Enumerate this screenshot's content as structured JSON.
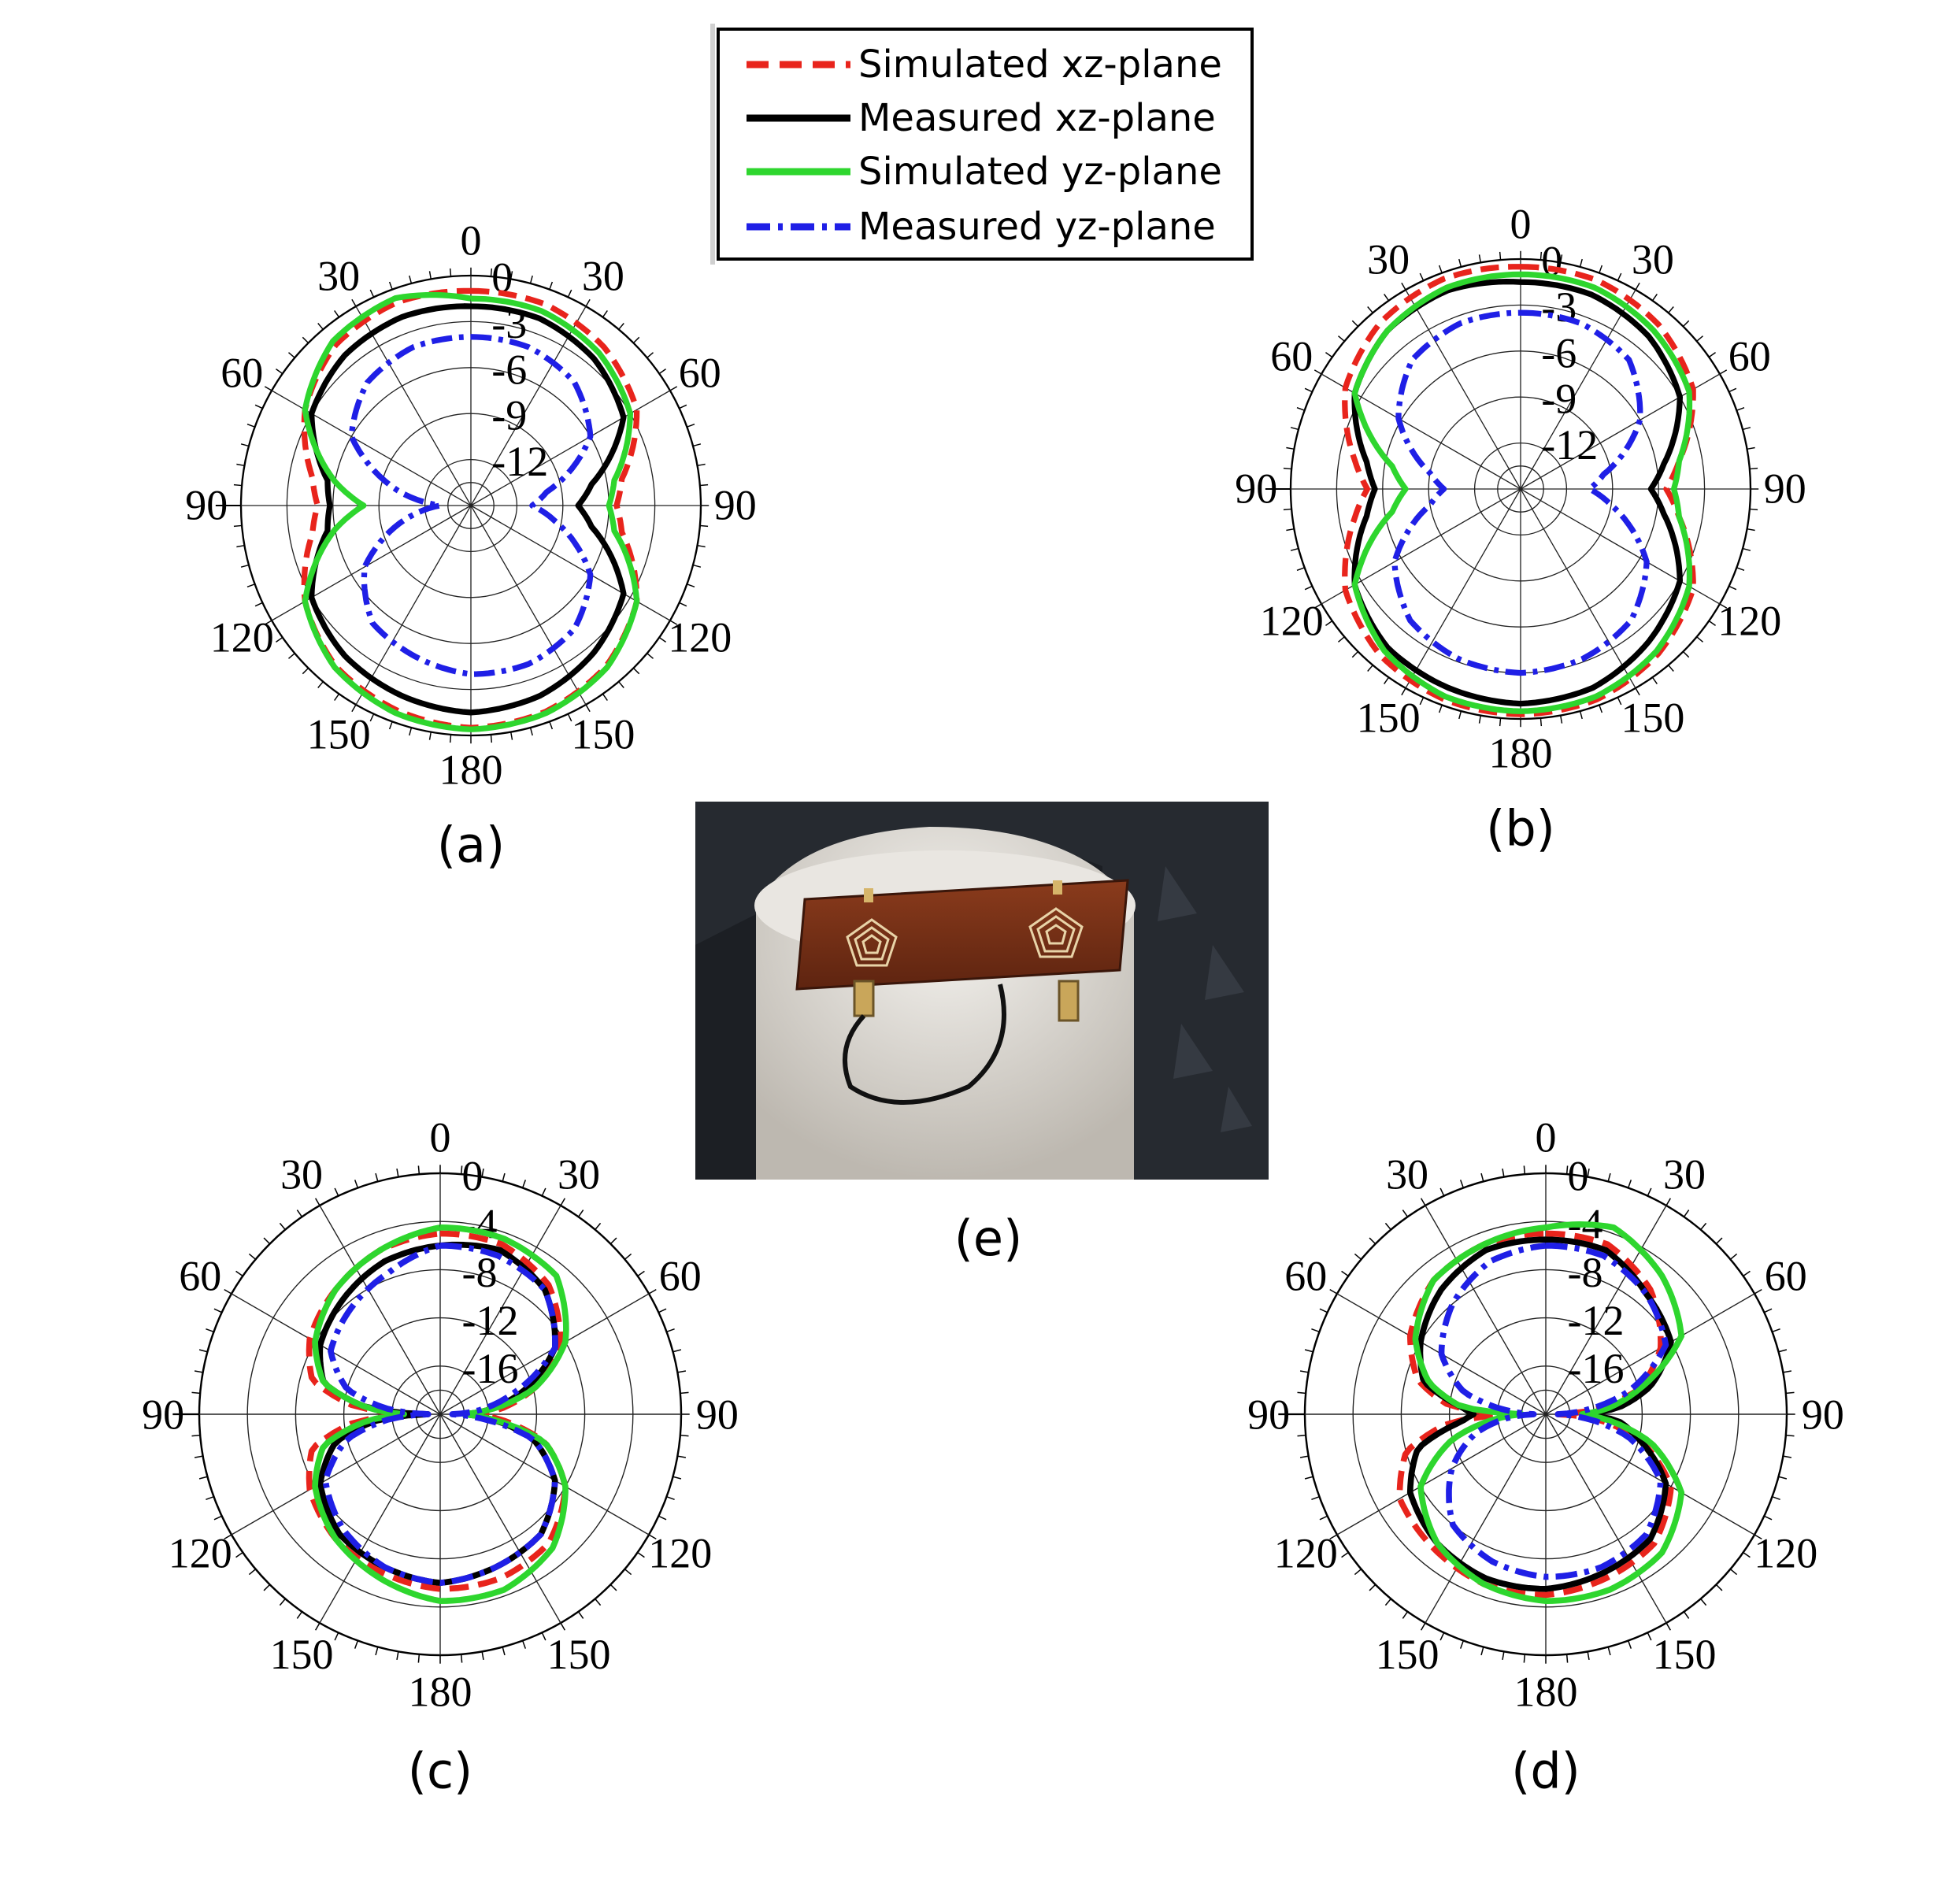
{
  "legend": [
    {
      "label": "Simulated xz-plane",
      "color": "#e8241c",
      "dash": "dash"
    },
    {
      "label": "Measured xz-plane",
      "color": "#000000",
      "dash": "solid"
    },
    {
      "label": "Simulated yz-plane",
      "color": "#2ed62e",
      "dash": "solid"
    },
    {
      "label": "Measured yz-plane",
      "color": "#1f1fe6",
      "dash": "dashdot"
    }
  ],
  "photo": {
    "label": "(e)"
  },
  "chart_data": [
    {
      "type": "polar",
      "panel_label": "(a)",
      "angle_labels": {
        "top": "0",
        "left30": "30",
        "right30": "30",
        "left60": "60",
        "right60": "60",
        "left90": "90",
        "right90": "90",
        "left120": "120",
        "right120": "120",
        "left150": "150",
        "right150": "150",
        "bottom": "180"
      },
      "rlim": [
        -15,
        0
      ],
      "radial_ticks": [
        {
          "value": 0,
          "label": "0"
        },
        {
          "value": -3,
          "label": "-3"
        },
        {
          "value": -6,
          "label": "-6"
        },
        {
          "value": -9,
          "label": "-9"
        },
        {
          "value": -12,
          "label": "-12"
        }
      ],
      "series": [
        {
          "name": "Simulated xz-plane",
          "theta": [
            0,
            20,
            40,
            60,
            80,
            90,
            100,
            120,
            140,
            160,
            180,
            200,
            220,
            240,
            260,
            270,
            280,
            300,
            320,
            340,
            360
          ],
          "r_db": [
            -1,
            -1,
            -1.5,
            -2.5,
            -5,
            -5.5,
            -5,
            -2.5,
            -1.3,
            -0.7,
            -0.5,
            -0.8,
            -1.3,
            -2.5,
            -4.5,
            -5,
            -4.5,
            -2.5,
            -1.3,
            -0.9,
            -1
          ]
        },
        {
          "name": "Measured xz-plane",
          "theta": [
            0,
            20,
            40,
            60,
            80,
            90,
            100,
            120,
            140,
            160,
            180,
            200,
            220,
            240,
            260,
            270,
            280,
            300,
            320,
            340,
            360
          ],
          "r_db": [
            -2,
            -2,
            -2.5,
            -3.5,
            -7,
            -8,
            -7,
            -3.5,
            -2.5,
            -1.8,
            -1.5,
            -1.8,
            -2.2,
            -3,
            -5.5,
            -5.8,
            -5.5,
            -3,
            -2.2,
            -1.9,
            -2
          ]
        },
        {
          "name": "Simulated yz-plane",
          "theta": [
            0,
            20,
            40,
            60,
            80,
            90,
            100,
            120,
            140,
            160,
            180,
            200,
            220,
            240,
            260,
            270,
            280,
            300,
            320,
            340,
            360
          ],
          "r_db": [
            -1.5,
            -1.5,
            -2,
            -3,
            -5.5,
            -6,
            -5.5,
            -2.5,
            -1.2,
            -0.6,
            -0.4,
            -0.6,
            -1.2,
            -2.5,
            -6,
            -8,
            -6,
            -2.5,
            -1,
            -0.6,
            -1.5
          ]
        },
        {
          "name": "Measured yz-plane",
          "theta": [
            0,
            20,
            40,
            60,
            80,
            90,
            100,
            120,
            140,
            160,
            180,
            200,
            220,
            240,
            260,
            270,
            280,
            300,
            320,
            340,
            360
          ],
          "r_db": [
            -4,
            -4,
            -4.5,
            -6,
            -10,
            -11,
            -9.5,
            -6,
            -4.5,
            -4,
            -4,
            -4.5,
            -5,
            -7,
            -11,
            -13,
            -10.5,
            -6,
            -4.5,
            -4,
            -4
          ]
        }
      ]
    },
    {
      "type": "polar",
      "panel_label": "(b)",
      "angle_labels": {
        "top": "0",
        "left30": "30",
        "right30": "30",
        "left60": "60",
        "right60": "60",
        "left90": "90",
        "right90": "90",
        "left120": "120",
        "right120": "120",
        "left150": "150",
        "right150": "150",
        "bottom": "180"
      },
      "rlim": [
        -15,
        0
      ],
      "radial_ticks": [
        {
          "value": 0,
          "label": "0"
        },
        {
          "value": -3,
          "label": "-3"
        },
        {
          "value": -6,
          "label": "-6"
        },
        {
          "value": -9,
          "label": "-9"
        },
        {
          "value": -12,
          "label": "-12"
        }
      ],
      "series": [
        {
          "name": "Simulated xz-plane",
          "theta": [
            0,
            20,
            40,
            60,
            80,
            90,
            100,
            120,
            140,
            160,
            180,
            200,
            220,
            240,
            260,
            270,
            280,
            300,
            320,
            340,
            360
          ],
          "r_db": [
            -0.5,
            -0.5,
            -1,
            -2,
            -4.5,
            -5.5,
            -4.5,
            -2,
            -1,
            -0.4,
            -0.3,
            -0.4,
            -0.8,
            -1.8,
            -4,
            -5,
            -4,
            -1.8,
            -0.8,
            -0.4,
            -0.5
          ]
        },
        {
          "name": "Measured xz-plane",
          "theta": [
            0,
            20,
            40,
            60,
            80,
            90,
            100,
            120,
            140,
            160,
            180,
            200,
            220,
            240,
            260,
            270,
            280,
            300,
            320,
            340,
            360
          ],
          "r_db": [
            -1.5,
            -1.5,
            -2,
            -3,
            -5.5,
            -6.5,
            -5.5,
            -3,
            -2,
            -1.2,
            -1,
            -1.2,
            -1.5,
            -2.5,
            -4.8,
            -5.5,
            -4.8,
            -2.5,
            -1.5,
            -1.2,
            -1.5
          ]
        },
        {
          "name": "Simulated yz-plane",
          "theta": [
            0,
            20,
            40,
            60,
            80,
            90,
            100,
            120,
            140,
            160,
            180,
            200,
            220,
            240,
            260,
            270,
            280,
            300,
            320,
            340,
            360
          ],
          "r_db": [
            -1,
            -1,
            -1.5,
            -2.3,
            -4.5,
            -5,
            -4.5,
            -2.3,
            -1.2,
            -0.6,
            -0.5,
            -0.6,
            -1.2,
            -2.5,
            -6.5,
            -7.5,
            -6.5,
            -2.5,
            -1.5,
            -1,
            -1
          ]
        },
        {
          "name": "Measured yz-plane",
          "theta": [
            0,
            20,
            40,
            60,
            80,
            90,
            100,
            120,
            140,
            160,
            180,
            200,
            220,
            240,
            260,
            270,
            280,
            300,
            320,
            340,
            360
          ],
          "r_db": [
            -3.5,
            -3.5,
            -4,
            -6,
            -9.5,
            -10.5,
            -9,
            -5.5,
            -3.8,
            -3.2,
            -3,
            -3.2,
            -3.8,
            -5.5,
            -9,
            -10,
            -9,
            -5.8,
            -4,
            -3.5,
            -3.5
          ]
        }
      ]
    },
    {
      "type": "polar",
      "panel_label": "(c)",
      "angle_labels": {
        "top": "0",
        "left30": "30",
        "right30": "30",
        "left60": "60",
        "right60": "60",
        "left90": "90",
        "right90": "90",
        "left120": "120",
        "right120": "120",
        "left150": "150",
        "right150": "150",
        "bottom": "180"
      },
      "rlim": [
        -20,
        0
      ],
      "radial_ticks": [
        {
          "value": 0,
          "label": "0"
        },
        {
          "value": -4,
          "label": "-4"
        },
        {
          "value": -8,
          "label": "-8"
        },
        {
          "value": -12,
          "label": "-12"
        },
        {
          "value": -16,
          "label": "-16"
        }
      ],
      "series": [
        {
          "name": "Simulated xz-plane",
          "theta": [
            0,
            20,
            40,
            60,
            75,
            85,
            90,
            95,
            105,
            120,
            140,
            160,
            180,
            200,
            220,
            240,
            255,
            265,
            270,
            275,
            285,
            300,
            320,
            340,
            360
          ],
          "r_db": [
            -5,
            -5,
            -6,
            -8.5,
            -12,
            -15,
            -17,
            -15,
            -11,
            -8,
            -6,
            -5.5,
            -5.5,
            -6,
            -6.5,
            -7.5,
            -9,
            -13,
            -18,
            -13,
            -9,
            -7.5,
            -6.5,
            -5.5,
            -5
          ]
        },
        {
          "name": "Measured xz-plane",
          "theta": [
            0,
            20,
            40,
            60,
            75,
            85,
            90,
            95,
            105,
            120,
            140,
            160,
            180,
            200,
            220,
            240,
            255,
            265,
            270,
            275,
            285,
            300,
            320,
            340,
            360
          ],
          "r_db": [
            -6,
            -5.5,
            -6.5,
            -9,
            -13,
            -16,
            -18,
            -16,
            -12,
            -9,
            -7,
            -6.5,
            -6,
            -6.5,
            -7,
            -8.5,
            -11,
            -15,
            -19,
            -14,
            -10,
            -8.5,
            -7.5,
            -6.5,
            -6
          ]
        },
        {
          "name": "Simulated yz-plane",
          "theta": [
            0,
            20,
            40,
            60,
            75,
            85,
            90,
            95,
            105,
            120,
            140,
            160,
            180,
            200,
            220,
            240,
            255,
            265,
            270,
            275,
            285,
            300,
            320,
            340,
            360
          ],
          "r_db": [
            -4.5,
            -4.5,
            -5,
            -8,
            -12,
            -16,
            -18,
            -16,
            -11,
            -8,
            -5.5,
            -4.5,
            -4.5,
            -5.5,
            -6.5,
            -8,
            -10,
            -14,
            -17,
            -14,
            -10,
            -8,
            -6.5,
            -5.5,
            -4.5
          ]
        },
        {
          "name": "Measured yz-plane",
          "theta": [
            0,
            20,
            40,
            60,
            75,
            85,
            90,
            95,
            105,
            120,
            140,
            160,
            180,
            200,
            220,
            240,
            255,
            265,
            270,
            275,
            285,
            300,
            320,
            340,
            360
          ],
          "r_db": [
            -6,
            -6,
            -6.5,
            -9,
            -14,
            -17,
            -19,
            -17,
            -12,
            -9,
            -7,
            -6.5,
            -6,
            -6.5,
            -7.5,
            -9,
            -12,
            -16,
            -19,
            -16,
            -12,
            -9.5,
            -8.5,
            -7.5,
            -6
          ]
        }
      ]
    },
    {
      "type": "polar",
      "panel_label": "(d)",
      "angle_labels": {
        "top": "0",
        "left30": "30",
        "right30": "30",
        "left60": "60",
        "right60": "60",
        "left90": "90",
        "right90": "90",
        "left120": "120",
        "right120": "120",
        "left150": "150",
        "right150": "150",
        "bottom": "180"
      },
      "rlim": [
        -20,
        0
      ],
      "radial_ticks": [
        {
          "value": 0,
          "label": "0"
        },
        {
          "value": -4,
          "label": "-4"
        },
        {
          "value": -8,
          "label": "-8"
        },
        {
          "value": -12,
          "label": "-12"
        },
        {
          "value": -16,
          "label": "-16"
        }
      ],
      "series": [
        {
          "name": "Simulated xz-plane",
          "theta": [
            0,
            20,
            40,
            60,
            75,
            85,
            90,
            95,
            105,
            120,
            140,
            160,
            180,
            200,
            220,
            240,
            255,
            265,
            270,
            275,
            285,
            300,
            320,
            340,
            360
          ],
          "r_db": [
            -5,
            -5,
            -6.5,
            -9,
            -12,
            -16,
            -19,
            -16,
            -12,
            -8,
            -6,
            -5.5,
            -5,
            -5,
            -5.5,
            -6,
            -8,
            -12,
            -17,
            -12,
            -9,
            -7,
            -5.5,
            -5,
            -5
          ]
        },
        {
          "name": "Measured xz-plane",
          "theta": [
            0,
            20,
            40,
            60,
            75,
            85,
            90,
            95,
            105,
            120,
            140,
            160,
            180,
            200,
            220,
            240,
            255,
            265,
            270,
            275,
            285,
            300,
            320,
            340,
            360
          ],
          "r_db": [
            -5.5,
            -5.5,
            -7,
            -8,
            -11,
            -14,
            -17,
            -14,
            -12,
            -8.5,
            -6.5,
            -6,
            -5.5,
            -5.5,
            -6,
            -7,
            -9,
            -13,
            -14,
            -13,
            -9.5,
            -8,
            -6.5,
            -5.5,
            -5.5
          ]
        },
        {
          "name": "Simulated yz-plane",
          "theta": [
            0,
            20,
            40,
            60,
            75,
            85,
            90,
            95,
            105,
            120,
            140,
            160,
            180,
            200,
            220,
            240,
            255,
            265,
            270,
            275,
            285,
            300,
            320,
            340,
            360
          ],
          "r_db": [
            -4.5,
            -3.5,
            -5,
            -7,
            -12,
            -15,
            -17,
            -15,
            -11,
            -7,
            -5,
            -4.5,
            -4.5,
            -5,
            -6,
            -8,
            -12,
            -16,
            -18,
            -13,
            -10,
            -7.5,
            -5.5,
            -5,
            -4.5
          ]
        },
        {
          "name": "Measured yz-plane",
          "theta": [
            0,
            20,
            40,
            60,
            75,
            85,
            90,
            95,
            105,
            120,
            140,
            160,
            180,
            200,
            220,
            240,
            255,
            265,
            270,
            275,
            285,
            300,
            320,
            340,
            360
          ],
          "r_db": [
            -6,
            -6,
            -7,
            -8.5,
            -13,
            -17,
            -19,
            -17,
            -13,
            -9,
            -7,
            -6.5,
            -6.5,
            -7,
            -8,
            -11,
            -14,
            -17,
            -19,
            -17,
            -13,
            -10,
            -8,
            -6.5,
            -6
          ]
        }
      ]
    }
  ]
}
